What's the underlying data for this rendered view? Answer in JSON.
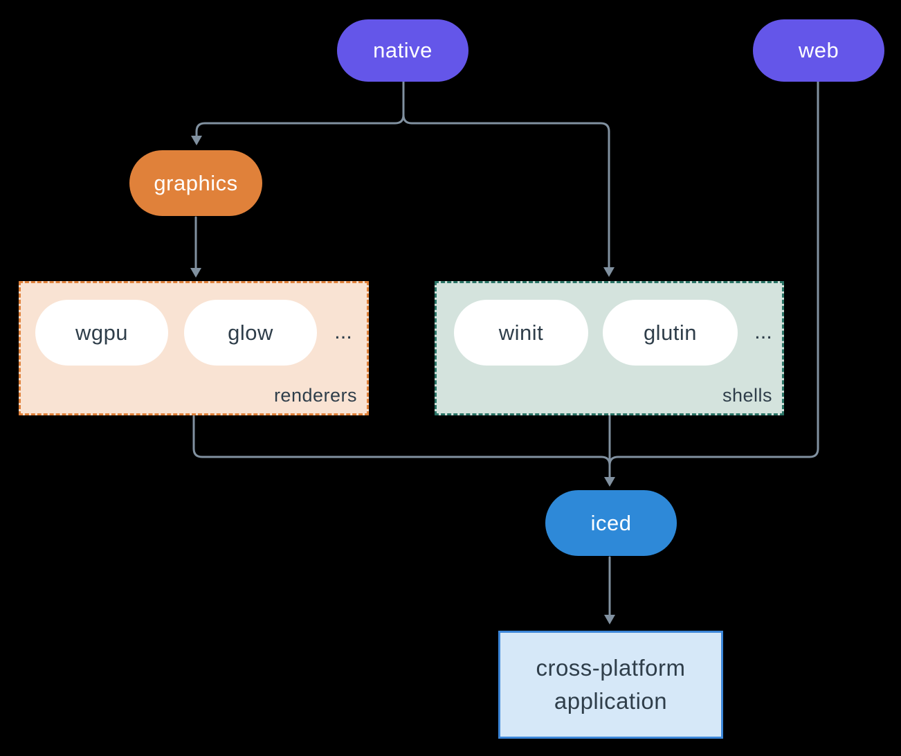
{
  "diagram": {
    "nodes": {
      "native": "native",
      "web": "web",
      "graphics": "graphics",
      "wgpu": "wgpu",
      "glow": "glow",
      "winit": "winit",
      "glutin": "glutin",
      "iced": "iced"
    },
    "groups": {
      "renderers": {
        "label": "renderers",
        "ellipsis": "..."
      },
      "shells": {
        "label": "shells",
        "ellipsis": "..."
      }
    },
    "application": {
      "line1": "cross-platform",
      "line2": "application"
    },
    "edges": [
      {
        "from": "native",
        "to": "graphics"
      },
      {
        "from": "native",
        "to": "shells"
      },
      {
        "from": "graphics",
        "to": "renderers"
      },
      {
        "from": "renderers",
        "to": "iced"
      },
      {
        "from": "shells",
        "to": "iced"
      },
      {
        "from": "web",
        "to": "iced"
      },
      {
        "from": "iced",
        "to": "cross-platform application"
      }
    ]
  },
  "colors": {
    "background": "#000000",
    "node_purple": "#6456e9",
    "node_orange": "#e0813a",
    "node_blue": "#2e89d8",
    "node_white": "#ffffff",
    "group_renderers_fill": "#f9e3d3",
    "group_renderers_border": "#e0813a",
    "group_shells_fill": "#d4e3dd",
    "group_shells_border": "#2a7466",
    "app_fill": "#d6e8f8",
    "app_border": "#3c86d8",
    "edge": "#8191a0",
    "text_light": "#ffffff",
    "text_dark": "#2f3e4a"
  }
}
